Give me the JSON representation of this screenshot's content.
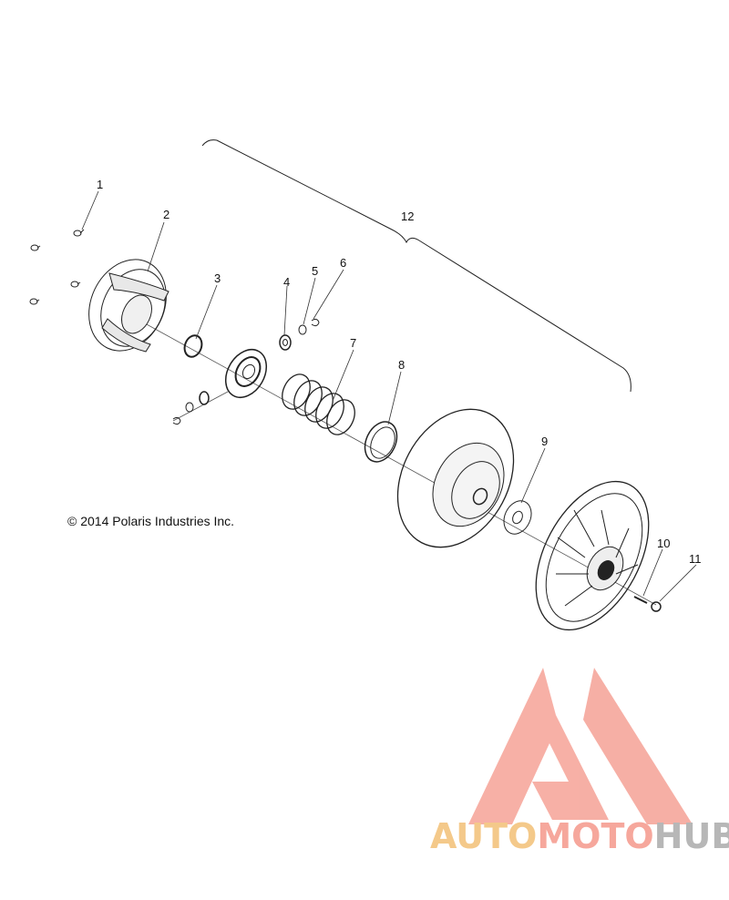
{
  "callouts": {
    "c1": "1",
    "c2": "2",
    "c3": "3",
    "c4": "4",
    "c5": "5",
    "c6": "6",
    "c7": "7",
    "c8": "8",
    "c9": "9",
    "c10": "10",
    "c11": "11",
    "c12": "12"
  },
  "copyright": "© 2014 Polaris Industries Inc.",
  "watermark": {
    "part1": "AUTO",
    "part2": "MOTO",
    "part3": "HUB",
    "colors": {
      "auto": "#f4c98a",
      "moto": "#f6a79c",
      "hub": "#b7b7b7",
      "logo": "#f6a79c"
    }
  }
}
